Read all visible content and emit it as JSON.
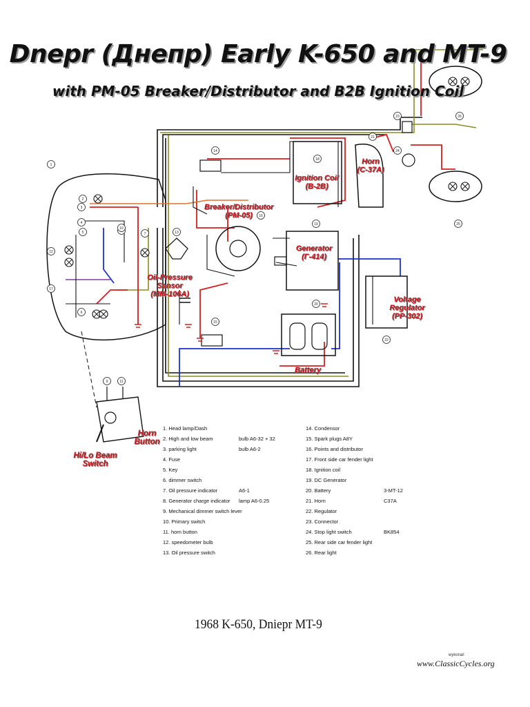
{
  "title": "Dnepr (Днепр) Early K-650 and MT-9",
  "subtitle": "with PM-05 Breaker/Distributor and B2B Ignition Coil",
  "components": {
    "ignition_coil": [
      "Ignition Coil",
      "(B-2B)"
    ],
    "horn": [
      "Horn",
      "(C-37A)"
    ],
    "breaker": [
      "Breaker/Distributor",
      "(PM-05)"
    ],
    "generator": [
      "Generator",
      "(Г-414)"
    ],
    "oil_sensor": [
      "Oil-Pressure Sensor",
      "(MM-106A)"
    ],
    "voltage_regulator": [
      "Voltage Regulator",
      "(PP-302)"
    ],
    "battery": [
      "Battery"
    ],
    "horn_button": [
      "Horn",
      "Button"
    ],
    "hilo_switch": [
      "Hi/Lo Beam",
      "Switch"
    ]
  },
  "legend_left": [
    {
      "item": "1. Head lamp/Dash",
      "spec": ""
    },
    {
      "item": "2. High and low beam",
      "spec": "bulb A6-32 + 32"
    },
    {
      "item": "3. parking light",
      "spec": "bulb A6-2"
    },
    {
      "item": "4. Fuse",
      "spec": ""
    },
    {
      "item": "5. Key",
      "spec": ""
    },
    {
      "item": "6. dimmer switch",
      "spec": ""
    },
    {
      "item": "7. Oil pressure indicator",
      "spec": "A6-1"
    },
    {
      "item": "8. Generator charge indicator",
      "spec": "lamp A6-0.25"
    },
    {
      "item": "9. Mechanical dimmer switch lever",
      "spec": ""
    },
    {
      "item": "10. Primary switch",
      "spec": ""
    },
    {
      "item": "11. horn button",
      "spec": ""
    },
    {
      "item": "12. speedometer bulb",
      "spec": ""
    },
    {
      "item": "13. Oil pressure switch",
      "spec": ""
    }
  ],
  "legend_right": [
    {
      "item": "14. Condensor",
      "spec": ""
    },
    {
      "item": "15. Spark plugs A8Y",
      "spec": ""
    },
    {
      "item": "16. Points and distributor",
      "spec": ""
    },
    {
      "item": "17. Front side car fender light",
      "spec": ""
    },
    {
      "item": "18. Ignition coil",
      "spec": ""
    },
    {
      "item": "19. DC Generator",
      "spec": ""
    },
    {
      "item": "20. Battery",
      "spec": "3-MT-12"
    },
    {
      "item": "21. Horn",
      "spec": "C37A"
    },
    {
      "item": "22. Regulator",
      "spec": ""
    },
    {
      "item": "23. Connector",
      "spec": ""
    },
    {
      "item": "24. Stop light switch",
      "spec": "BK854"
    },
    {
      "item": "25. Rear side car fender light",
      "spec": ""
    },
    {
      "item": "26. Rear light",
      "spec": ""
    }
  ],
  "callouts": [
    "1",
    "2",
    "3",
    "4",
    "5",
    "6",
    "7",
    "8",
    "9",
    "10",
    "11",
    "12",
    "13",
    "14",
    "15",
    "16",
    "17",
    "18",
    "19",
    "20",
    "21",
    "22",
    "23",
    "24",
    "25",
    "26"
  ],
  "caption": "1968 K-650, Dniepr MT-9",
  "watermark": "www.ClassicCycles.org",
  "watermark_small": "wykonał:",
  "colors": {
    "red": "#d81e1e",
    "blue": "#1d2fd0",
    "olive": "#8a8a1e",
    "black": "#111111",
    "orange": "#e0702a",
    "purple": "#7a3aa0"
  }
}
